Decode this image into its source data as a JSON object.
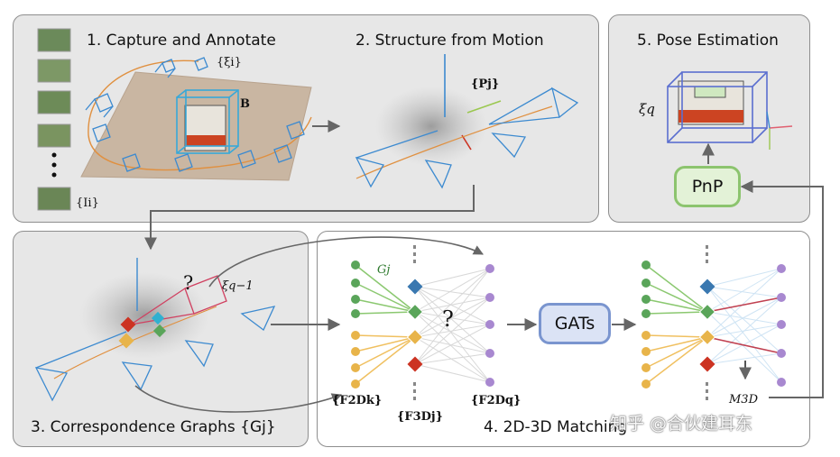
{
  "panels": {
    "capture": {
      "title": "1. Capture and Annotate",
      "xi": "{ξi}",
      "images": "{Ii}",
      "box": "B"
    },
    "sfm": {
      "title": "2. Structure from Motion",
      "points": "{Pj}"
    },
    "pose": {
      "title": "5. Pose Estimation",
      "xi_q": "ξq",
      "pnp": "PnP"
    },
    "corr": {
      "title": "3. Correspondence Graphs {Gj}",
      "question": "?",
      "xi_inv": "ξq−1"
    },
    "match": {
      "title": "4. 2D-3D Matching",
      "g_j": "Gj",
      "f2dk": "{F2Dk}",
      "f3dj": "{F3Dj}",
      "f2dq": "{F2Dq}",
      "question": "?",
      "gats": "GATs",
      "m3d": "M3D"
    }
  },
  "watermark": "知乎 @合伙建耳东",
  "colors": {
    "green_node": "#5aa55a",
    "yellow_node": "#e8b44a",
    "purple_node": "#a888d0",
    "blue_diamond": "#3a78b0",
    "red_diamond": "#cc3322",
    "camera": "#3c8ad0",
    "gats_fill": "#dbe3f5",
    "gats_border": "#7a95cf",
    "pnp_fill": "#e3f2d7",
    "pnp_border": "#8cc46e"
  }
}
